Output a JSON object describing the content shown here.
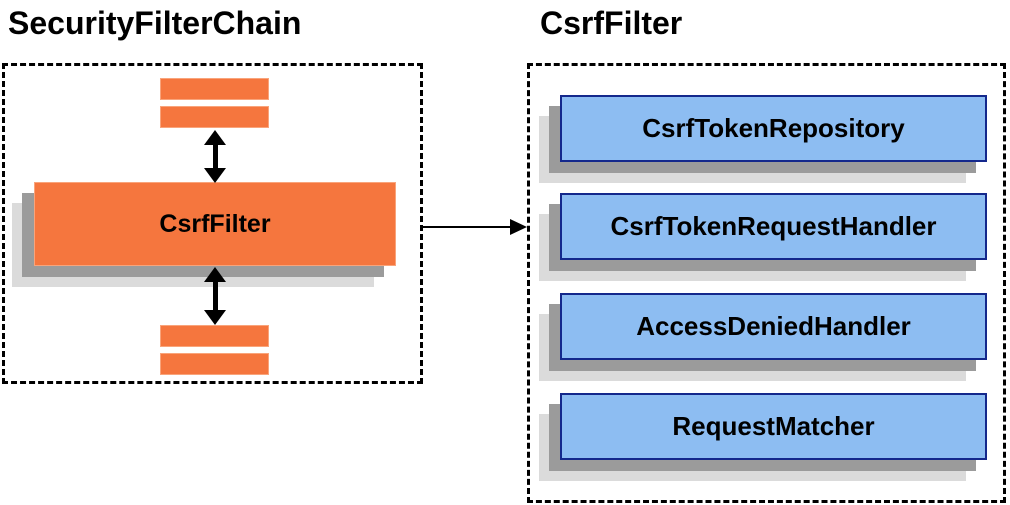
{
  "diagram": {
    "left_panel": {
      "title": "SecurityFilterChain",
      "filter_label": "CsrfFilter"
    },
    "right_panel": {
      "title": "CsrfFilter",
      "components": [
        {
          "label": "CsrfTokenRepository"
        },
        {
          "label": "CsrfTokenRequestHandler"
        },
        {
          "label": "AccessDeniedHandler"
        },
        {
          "label": "RequestMatcher"
        }
      ]
    },
    "icons": {
      "top_arrow": "bidirectional-arrow",
      "bottom_arrow": "bidirectional-arrow",
      "link_arrow": "right-arrow"
    },
    "colors": {
      "orange_fill": "#F5763E",
      "orange_border": "#F9A47B",
      "blue_fill": "#8DBDF2",
      "blue_border": "#14288C",
      "shadow_dark": "#9B9B9B",
      "shadow_light": "#DBDBDB",
      "outline_and_arrows": "#000000"
    }
  }
}
